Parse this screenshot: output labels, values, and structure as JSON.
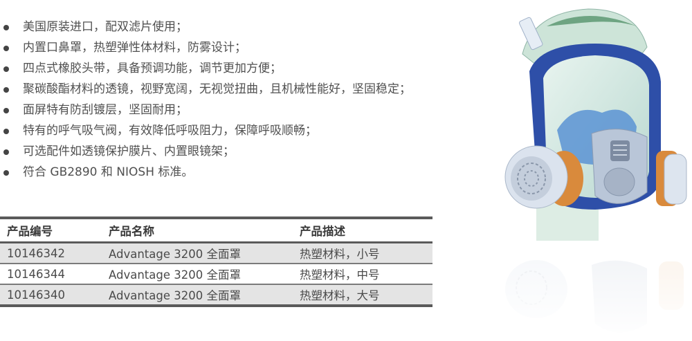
{
  "features": [
    "美国原装进口，配双滤片使用；",
    "内置口鼻罩，热塑弹性体材料，防雾设计；",
    "四点式橡胶头带，具备预调功能，调节更加方便；",
    "聚碳酸酯材料的透镜，视野宽阔，无视觉扭曲，且机械性能好，坚固稳定；",
    "面屏特有防刮镀层，坚固耐用；",
    "特有的呼气吸气阀，有效降低呼吸阻力，保障呼吸顺畅；",
    "可选配件如透镜保护膜片、内置眼镜架；",
    "符合 GB2890 和 NIOSH 标准。"
  ],
  "table": {
    "headers": [
      "产品编号",
      "产品名称",
      "产品描述"
    ],
    "rows": [
      [
        "10146342",
        "Advantage 3200 全面罩",
        "热塑材料，小号"
      ],
      [
        "10146344",
        "Advantage 3200 全面罩",
        "热塑材料，中号"
      ],
      [
        "10146340",
        "Advantage 3200 全面罩",
        "热塑材料，大号"
      ]
    ]
  },
  "image": {
    "subject": "full-face-respirator-mask",
    "colors": {
      "frame": "#2e4fa8",
      "cartridge": "#c9d3e3",
      "cartridge_band": "#d98a3c",
      "lens": "#cfe6df"
    }
  }
}
